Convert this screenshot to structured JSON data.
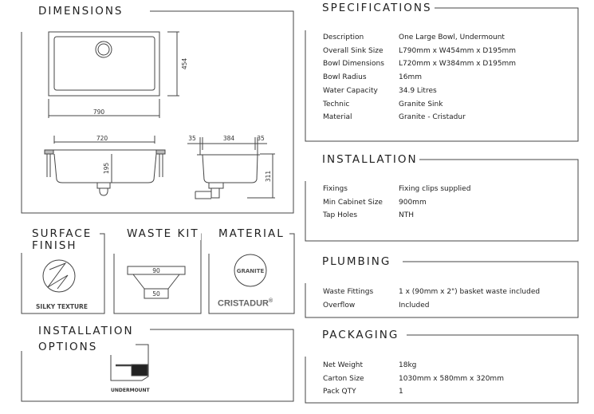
{
  "dimensions": {
    "title": "DIMENSIONS",
    "width": "790",
    "depth": "454",
    "bowl_width": "720",
    "bowl_depth": "195",
    "side_bowl": "384",
    "side_rim_left": "35",
    "side_rim_right": "35",
    "total_height": "311"
  },
  "surface_finish": {
    "title_line1": "SURFACE",
    "title_line2": "FINISH",
    "label": "SILKY TEXTURE"
  },
  "waste_kit": {
    "title": "WASTE KIT",
    "top": "90",
    "bottom": "50"
  },
  "material": {
    "title": "MATERIAL",
    "circle_label": "GRANITE",
    "brand": "CRISTADUR",
    "reg": "®"
  },
  "installation_options": {
    "title_line1": "INSTALLATION",
    "title_line2": "OPTIONS",
    "option": "UNDERMOUNT"
  },
  "specifications": {
    "title": "SPECIFICATIONS",
    "rows": [
      {
        "label": "Description",
        "value": "One Large Bowl, Undermount"
      },
      {
        "label": "Overall Sink Size",
        "value": "L790mm x W454mm x D195mm"
      },
      {
        "label": "Bowl Dimensions",
        "value": "L720mm x W384mm x D195mm"
      },
      {
        "label": "Bowl Radius",
        "value": "16mm"
      },
      {
        "label": "Water Capacity",
        "value": "34.9 Litres"
      },
      {
        "label": "Technic",
        "value": "Granite Sink"
      },
      {
        "label": "Material",
        "value": "Granite - Cristadur"
      }
    ]
  },
  "installation": {
    "title": "INSTALLATION",
    "rows": [
      {
        "label": "Fixings",
        "value": "Fixing clips supplied"
      },
      {
        "label": "Min Cabinet Size",
        "value": "900mm"
      },
      {
        "label": "Tap Holes",
        "value": "NTH"
      }
    ]
  },
  "plumbing": {
    "title": "PLUMBING",
    "rows": [
      {
        "label": "Waste Fittings",
        "value": "1 x (90mm x 2\") basket waste included"
      },
      {
        "label": "Overflow",
        "value": "Included"
      }
    ]
  },
  "packaging": {
    "title": "PACKAGING",
    "rows": [
      {
        "label": "Net Weight",
        "value": "18kg"
      },
      {
        "label": "Carton Size",
        "value": "1030mm x 580mm x 320mm"
      },
      {
        "label": "Pack QTY",
        "value": "1"
      }
    ]
  }
}
